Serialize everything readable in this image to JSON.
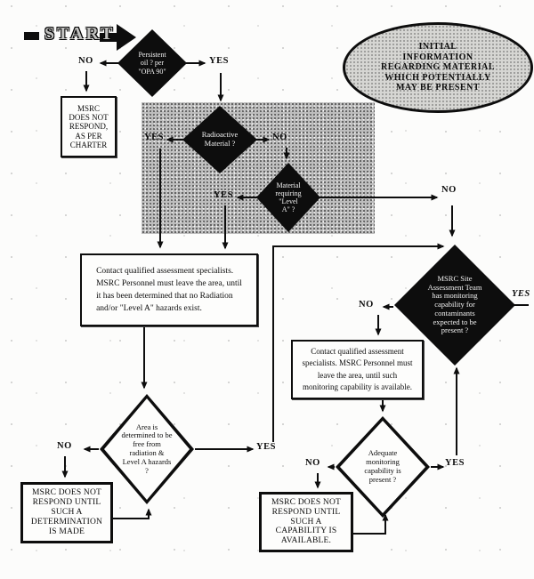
{
  "start": {
    "label": "START"
  },
  "oval": {
    "text": "INITIAL\nINFORMATION\nREGARDING  MATERIAL\nWHICH POTENTIALLY\nMAY BE PRESENT"
  },
  "labels": {
    "yes": "YES",
    "no": "NO"
  },
  "diamonds": {
    "persistent_oil": {
      "text": "Persistent\noil ? per\n\"OPA 90\""
    },
    "radioactive": {
      "text": "Radioactive\nMaterial ?"
    },
    "level_a": {
      "text": "Material\nrequiring\n\"Level\nA\" ?"
    },
    "site_team": {
      "text": "MSRC Site\nAssessment Team\nhas monitoring\ncapability for\ncontaminants\nexpected to be\npresent ?"
    },
    "area_free": {
      "text": "Area is\ndetermined to be\nfree from\nradiation &\nLevel A hazards\n?"
    },
    "adequate_monitoring": {
      "text": "Adequate\nmonitoring\ncapability is\npresent ?"
    }
  },
  "boxes": {
    "charter": {
      "text": "MSRC\nDOES NOT\nRESPOND,\nAS PER\nCHARTER"
    },
    "contact_radiation": {
      "text": "Contact qualified assessment specialists.\nMSRC Personnel must leave the area, until\nit has been determined that no Radiation\nand/or \"Level A\" hazards exist."
    },
    "contact_monitoring": {
      "text": "Contact qualified assessment\nspecialists. MSRC Personnel must\nleave the area, until such\nmonitoring capability is available."
    },
    "no_determination": {
      "text": "MSRC DOES NOT\nRESPOND UNTIL\nSUCH A\nDETERMINATION\nIS MADE"
    },
    "no_capability": {
      "text": "MSRC DOES NOT\nRESPOND UNTIL\nSUCH A\nCAPABILITY IS\nAVAILABLE."
    }
  }
}
